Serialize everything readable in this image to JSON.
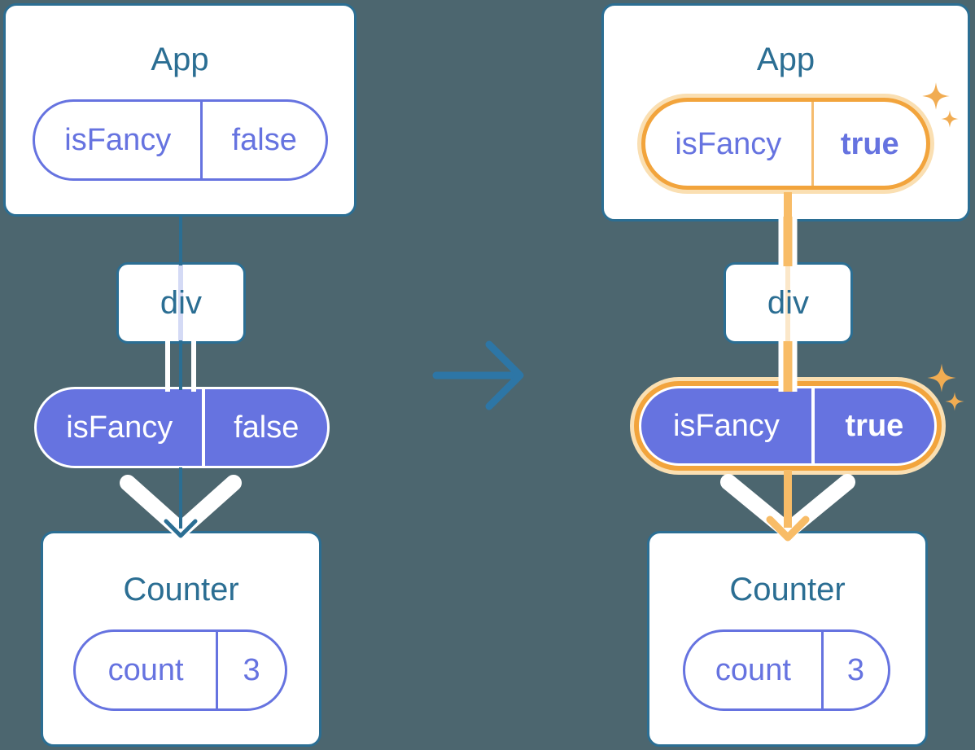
{
  "background_color": "#4C666F",
  "palette": {
    "card_border": "#2B6E93",
    "title_text": "#2B6E93",
    "purple": "#6673E0",
    "lavender_line": "#D4DAF5",
    "orange_ring": "#F2A43C",
    "orange_ring_pale": "#FADFB2",
    "orange_line": "#F8BC67",
    "pale_orange_line": "#FBE7C9",
    "sparkle": "#F1AC52",
    "transition_arrow": "#2D76A6",
    "white": "#FFFFFF"
  },
  "icons": {
    "transition_arrow": "arrow-right",
    "highlight_big": "sparkle",
    "highlight_small": "sparkle"
  },
  "left_tree": {
    "app": {
      "title": "App",
      "prop_name": "isFancy",
      "prop_value": "false"
    },
    "div": {
      "label": "div"
    },
    "passed_prop": {
      "name": "isFancy",
      "value": "false"
    },
    "counter": {
      "title": "Counter",
      "state_name": "count",
      "state_value": "3"
    }
  },
  "right_tree": {
    "app": {
      "title": "App",
      "prop_name": "isFancy",
      "prop_value": "true"
    },
    "div": {
      "label": "div"
    },
    "passed_prop": {
      "name": "isFancy",
      "value": "true"
    },
    "counter": {
      "title": "Counter",
      "state_name": "count",
      "state_value": "3"
    }
  }
}
